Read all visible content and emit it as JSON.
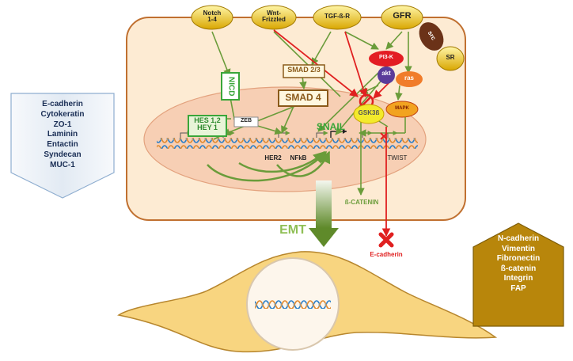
{
  "receptors": {
    "notch": "Notch\n1-4",
    "wnt": "Wnt-\nFrizzled",
    "tgf": "TGF-ß-R",
    "gfr": "GFR",
    "src": "src",
    "sr": "SR"
  },
  "cytoplasm": {
    "nicd": "NICD",
    "smad23": "SMAD 2/3",
    "smad4": "SMAD 4",
    "pi3k": "PI3-K",
    "akt": "akt",
    "ras": "ras",
    "mapk": "MAPK"
  },
  "nucleus": {
    "hes": "HES 1,2\nHEY 1",
    "zeb": "ZEB",
    "snail": "SNAIL",
    "gsk3b": "GSK3ß",
    "her2": "HER2",
    "nfkb": "NFkB",
    "twist": "TWIST"
  },
  "outputs": {
    "beta_catenin": "ß-CATENIN",
    "e_cadherin": "E-cadherin",
    "emt": "EMT"
  },
  "epithelial_markers": [
    "E-cadherin",
    "Cytokeratin",
    "ZO-1",
    "Laminin",
    "Entactin",
    "Syndecan",
    "MUC-1"
  ],
  "mesenchymal_markers": [
    "N-cadherin",
    "Vimentin",
    "Fibronectin",
    "ß-catenin",
    "Integrin",
    "FAP"
  ],
  "colors": {
    "cell_fill": "#fdebd3",
    "cell_border": "#c07030",
    "nucleus_fill": "#f7cfb4",
    "pathway_green": "#6a9c3a",
    "inhibit_red": "#e02020",
    "mesenchymal_box": "#b8860b",
    "epithelial_box": "#dde6f0"
  }
}
